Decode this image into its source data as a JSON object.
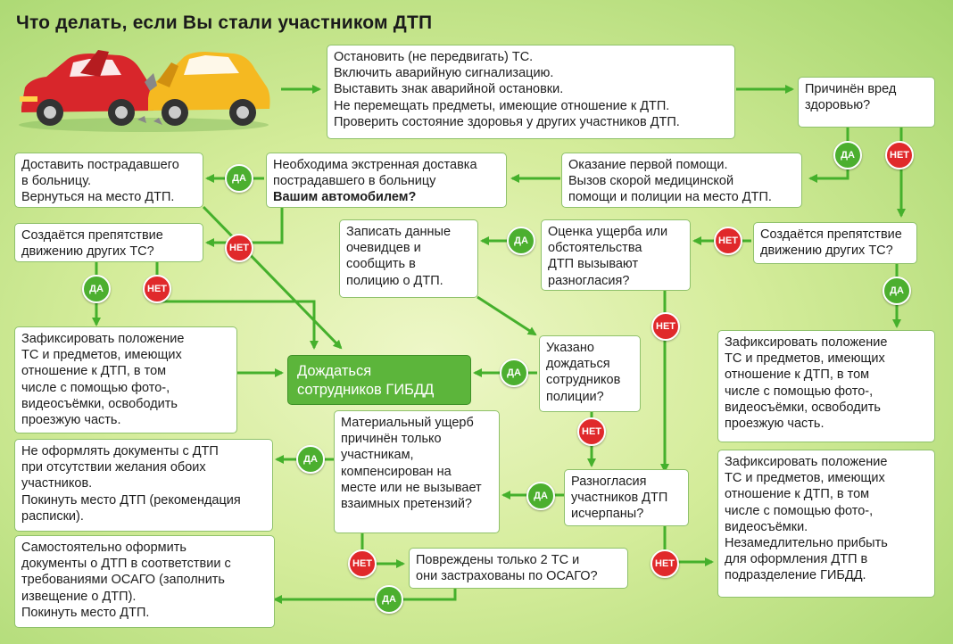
{
  "title": "Что делать, если  Вы стали участником ДТП",
  "labels": {
    "yes": "ДА",
    "no": "НЕТ"
  },
  "colors": {
    "arrow": "#45b02c",
    "yes": "#4caf2f",
    "no": "#e0292b",
    "highlight": "#5cb53b"
  },
  "boxes": {
    "first_steps": [
      "Остановить (не передвигать) ТС.",
      "Включить аварийную сигнализацию.",
      "Выставить знак аварийной остановки.",
      "Не перемещать предметы, имеющие отношение к ДТП.",
      "Проверить состояние здоровья у других участников ДТП."
    ],
    "health_harm": [
      "Причинён вред",
      "здоровью?"
    ],
    "first_aid": [
      "Оказание первой помощи.",
      "Вызов скорой медицинской",
      "помощи и полиции на место ДТП."
    ],
    "emergency_delivery": [
      "Необходима экстренная доставка",
      "пострадавшего в больницу"
    ],
    "emergency_delivery_bold": "Вашим автомобилем?",
    "deliver_victim": [
      "Доставить пострадавшего",
      "в больницу.",
      "Вернуться на место ДТП."
    ],
    "obstacle_left": [
      "Создаётся препятствие",
      "движению других ТС?"
    ],
    "record_witnesses": [
      "Записать данные",
      "очевидцев и",
      "сообщить в",
      "полицию о ДТП."
    ],
    "damage_dispute": [
      "Оценка ущерба или",
      "обстоятельства",
      "ДТП вызывают",
      "разногласия?"
    ],
    "obstacle_right": [
      "Создаётся препятствие",
      "движению других ТС?"
    ],
    "fix_position_left": [
      "Зафиксировать положение",
      "ТС и предметов, имеющих",
      "отношение к ДТП, в том",
      "числе с помощью фото-,",
      "видеосъёмки, освободить",
      "проезжую часть."
    ],
    "wait_police": [
      "Дождаться",
      "сотрудников ГИБДД"
    ],
    "police_indicated": [
      "Указано",
      "дождаться",
      "сотрудников",
      "полиции?"
    ],
    "fix_position_right": [
      "Зафиксировать положение",
      "ТС и предметов, имеющих",
      "отношение к ДТП, в том",
      "числе с помощью фото-,",
      "видеосъёмки, освободить",
      "проезжую часть."
    ],
    "no_docs": [
      "Не оформлять документы с ДТП",
      "при отсутствии желания обоих",
      "участников.",
      "Покинуть место ДТП (рекомендация",
      "расписки)."
    ],
    "material_damage": [
      "Материальный ущерб",
      "причинён только",
      "участникам,",
      "компенсирован на",
      "месте или не вызывает",
      "взаимных претензий?"
    ],
    "dispute_resolved": [
      "Разногласия",
      "участников ДТП",
      "исчерпаны?"
    ],
    "fix_and_go": [
      "Зафиксировать положение",
      "ТС и предметов, имеющих",
      "отношение к ДТП, в том",
      "числе с помощью фото-,",
      "видеосъёмки.",
      "Незамедлительно прибыть",
      "для оформления ДТП в",
      "подразделение ГИБДД."
    ],
    "self_register": [
      "Самостоятельно оформить",
      "документы о ДТП в соответствии с",
      "требованиями ОСАГО (заполнить",
      "извещение о ДТП).",
      "Покинуть место ДТП."
    ],
    "two_cars": [
      "Повреждены только 2 ТС и",
      "они застрахованы по ОСАГО?"
    ]
  }
}
